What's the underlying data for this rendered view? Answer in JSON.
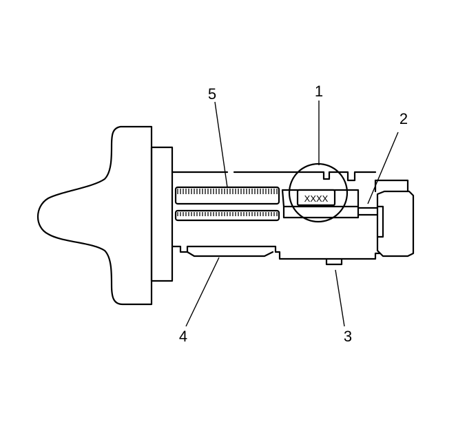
{
  "diagram": {
    "callouts": [
      {
        "id": "1",
        "label": "1"
      },
      {
        "id": "2",
        "label": "2"
      },
      {
        "id": "3",
        "label": "3"
      },
      {
        "id": "4",
        "label": "4"
      },
      {
        "id": "5",
        "label": "5"
      }
    ],
    "stamp_text": "XXXX",
    "colors": {
      "line": "#000000",
      "background": "#ffffff"
    }
  }
}
